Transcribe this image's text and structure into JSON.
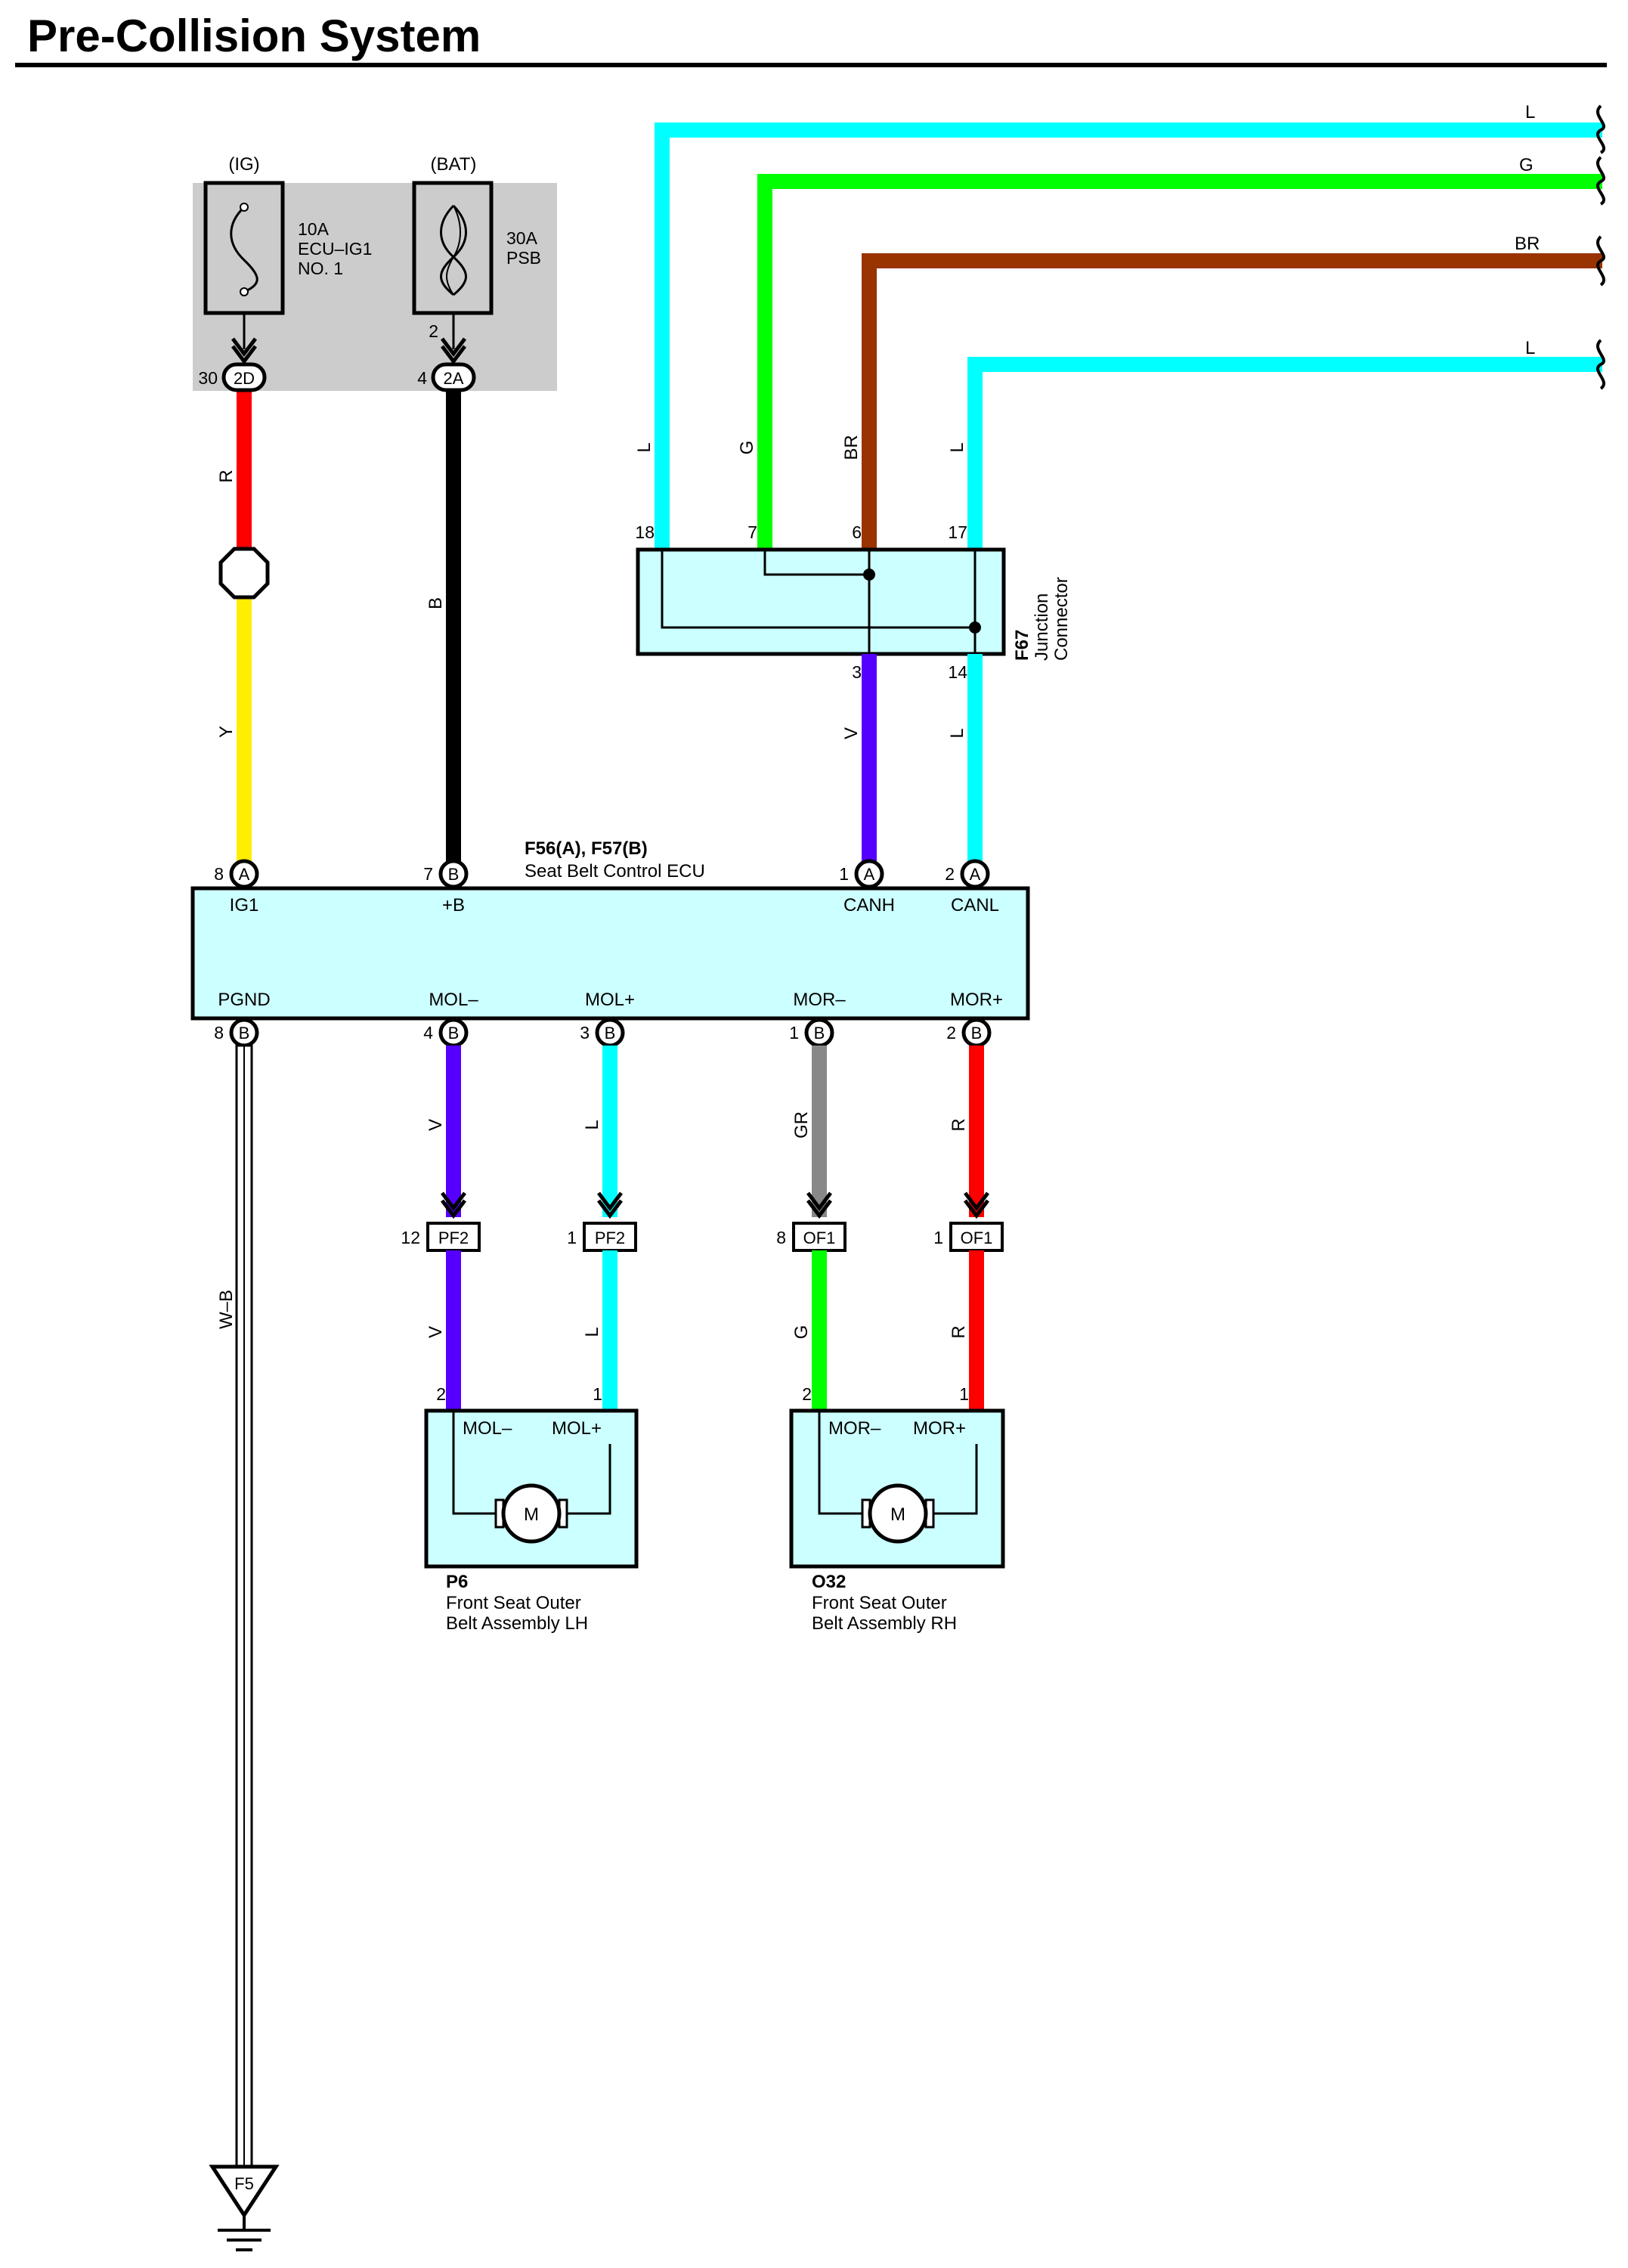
{
  "title": "Pre-Collision System",
  "colors": {
    "L": "#00ffff",
    "G": "#00ff00",
    "BR": "#993300",
    "R": "#ff0000",
    "Y": "#ffee00",
    "B": "#000000",
    "V": "#5500ff",
    "GR": "#888888",
    "WB": "#ffffff",
    "box_fill": "#ccffff",
    "fuse_panel": "#cccccc"
  },
  "fuses": {
    "ig": {
      "label": "(IG)",
      "rating": "10A",
      "name1": "ECU–IG1",
      "name2": "NO. 1",
      "in_pin": "",
      "out_pin": "30",
      "connector": "2D"
    },
    "bat": {
      "label": "(BAT)",
      "rating": "30A",
      "name1": "PSB",
      "name2": "",
      "in_pin": "2",
      "out_pin": "4",
      "connector": "2A"
    }
  },
  "wires": {
    "r_top": "R",
    "y": "Y",
    "b": "B",
    "l_18": "L",
    "g_7": "G",
    "br_6": "BR",
    "l_17": "L",
    "v_3": "V",
    "l_14": "L",
    "wb": "W–B",
    "v_mol_top": "V",
    "l_mol_top": "L",
    "gr_mor_top": "GR",
    "r_mor_top": "R",
    "v_mol_bot": "V",
    "l_mol_bot": "L",
    "g_mor_bot": "G",
    "r_mor_bot": "R"
  },
  "right_edge_labels": [
    "L",
    "G",
    "BR",
    "L"
  ],
  "junction": {
    "id": "F67",
    "name1": "Junction",
    "name2": "Connector",
    "pins_top": [
      "18",
      "7",
      "6",
      "17"
    ],
    "pins_bottom": [
      "3",
      "14"
    ]
  },
  "ecu": {
    "id": "F56(A), F57(B)",
    "name": "Seat Belt Control ECU",
    "top_pins": [
      {
        "num": "8",
        "conn": "A",
        "label": "IG1"
      },
      {
        "num": "7",
        "conn": "B",
        "label": "+B"
      },
      {
        "num": "1",
        "conn": "A",
        "label": "CANH"
      },
      {
        "num": "2",
        "conn": "A",
        "label": "CANL"
      }
    ],
    "bottom_pins": [
      {
        "num": "8",
        "conn": "B",
        "label": "PGND"
      },
      {
        "num": "4",
        "conn": "B",
        "label": "MOL–"
      },
      {
        "num": "3",
        "conn": "B",
        "label": "MOL+"
      },
      {
        "num": "1",
        "conn": "B",
        "label": "MOR–"
      },
      {
        "num": "2",
        "conn": "B",
        "label": "MOR+"
      }
    ]
  },
  "inline_connectors": [
    {
      "num": "12",
      "conn": "PF2"
    },
    {
      "num": "1",
      "conn": "PF2"
    },
    {
      "num": "8",
      "conn": "OF1"
    },
    {
      "num": "1",
      "conn": "OF1"
    }
  ],
  "motors": [
    {
      "id": "P6",
      "name1": "Front Seat Outer",
      "name2": "Belt Assembly LH",
      "pin_left": "2",
      "pin_right": "1",
      "label_left": "MOL–",
      "label_right": "MOL+",
      "symbol": "M"
    },
    {
      "id": "O32",
      "name1": "Front Seat Outer",
      "name2": "Belt Assembly RH",
      "pin_left": "2",
      "pin_right": "1",
      "label_left": "MOR–",
      "label_right": "MOR+",
      "symbol": "M"
    }
  ],
  "ground": {
    "id": "F5"
  }
}
